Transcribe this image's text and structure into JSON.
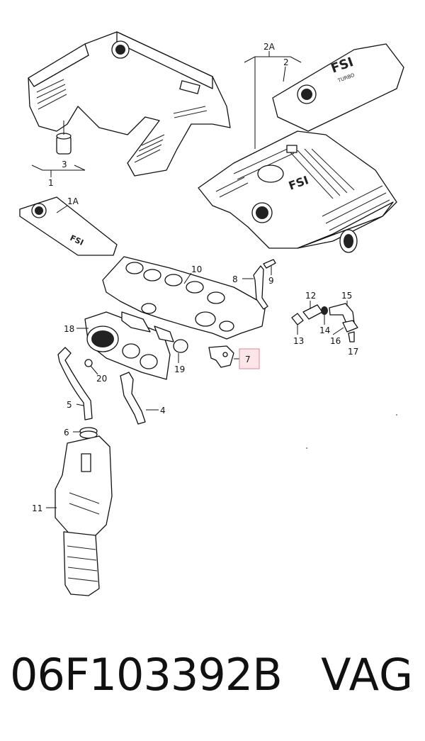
{
  "labels": {
    "l1": "1",
    "l1a": "1A",
    "l2": "2",
    "l2a": "2A",
    "l3": "3",
    "l4": "4",
    "l5": "5",
    "l6": "6",
    "l7": "7",
    "l8": "8",
    "l9": "9",
    "l10": "10",
    "l11": "11",
    "l12": "12",
    "l13": "13",
    "l14": "14",
    "l15": "15",
    "l16": "16",
    "l17": "17",
    "l18": "18",
    "l19": "19",
    "l20": "20"
  },
  "cover_text": {
    "fsi": "FSI",
    "turbo": "TURBO"
  },
  "footer": {
    "part_number": "06F103392B",
    "brand": "VAG"
  },
  "colors": {
    "highlight": "#fde6ea",
    "line": "#111111"
  }
}
